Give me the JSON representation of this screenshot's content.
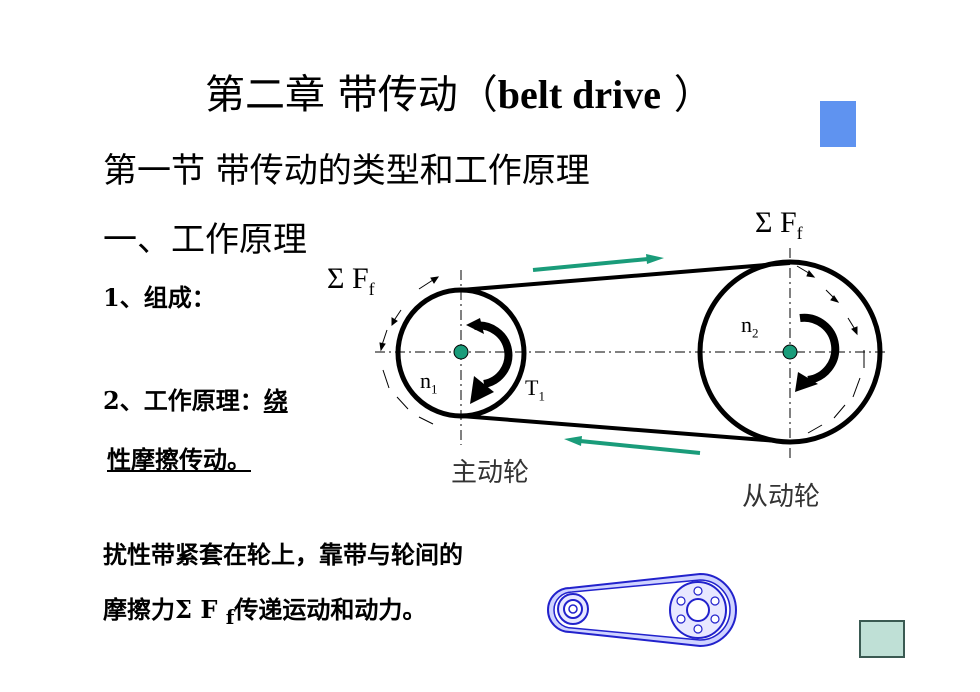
{
  "title": {
    "cn": "第二章  带传动（",
    "en": "belt  drive",
    "close": " ）"
  },
  "section": "第一节  带传动的类型和工作原理",
  "subheading": "一、工作原理",
  "item1": "1、组成：",
  "item2": {
    "prefix": "2、工作原理：",
    "underlined": "绕"
  },
  "item2b": "性摩擦传动。",
  "description": {
    "line1": "扰性带紧套在轮上，靠带与轮间的",
    "line2_before": "摩擦力Σ F ",
    "line2_sub": "f",
    "line2_after": "传递运动和动力。"
  },
  "diagram": {
    "friction_left": {
      "text": "Σ F",
      "sub": "f"
    },
    "friction_right": {
      "text": "Σ F",
      "sub": "f"
    },
    "n1": {
      "text": "n",
      "sub": "1"
    },
    "n2": {
      "text": "n",
      "sub": "2"
    },
    "t1": {
      "text": "T",
      "sub": "1"
    },
    "drive_pulley_caption": "主动轮",
    "driven_pulley_caption": "从动轮"
  },
  "colors": {
    "accent_square": "#5f93f0",
    "belt_arrow": "#1a9c7a",
    "center_dot": "#1a9c7a",
    "belt_illustration": "#2222cc"
  },
  "nav": {
    "icon": "play-next-icon"
  }
}
